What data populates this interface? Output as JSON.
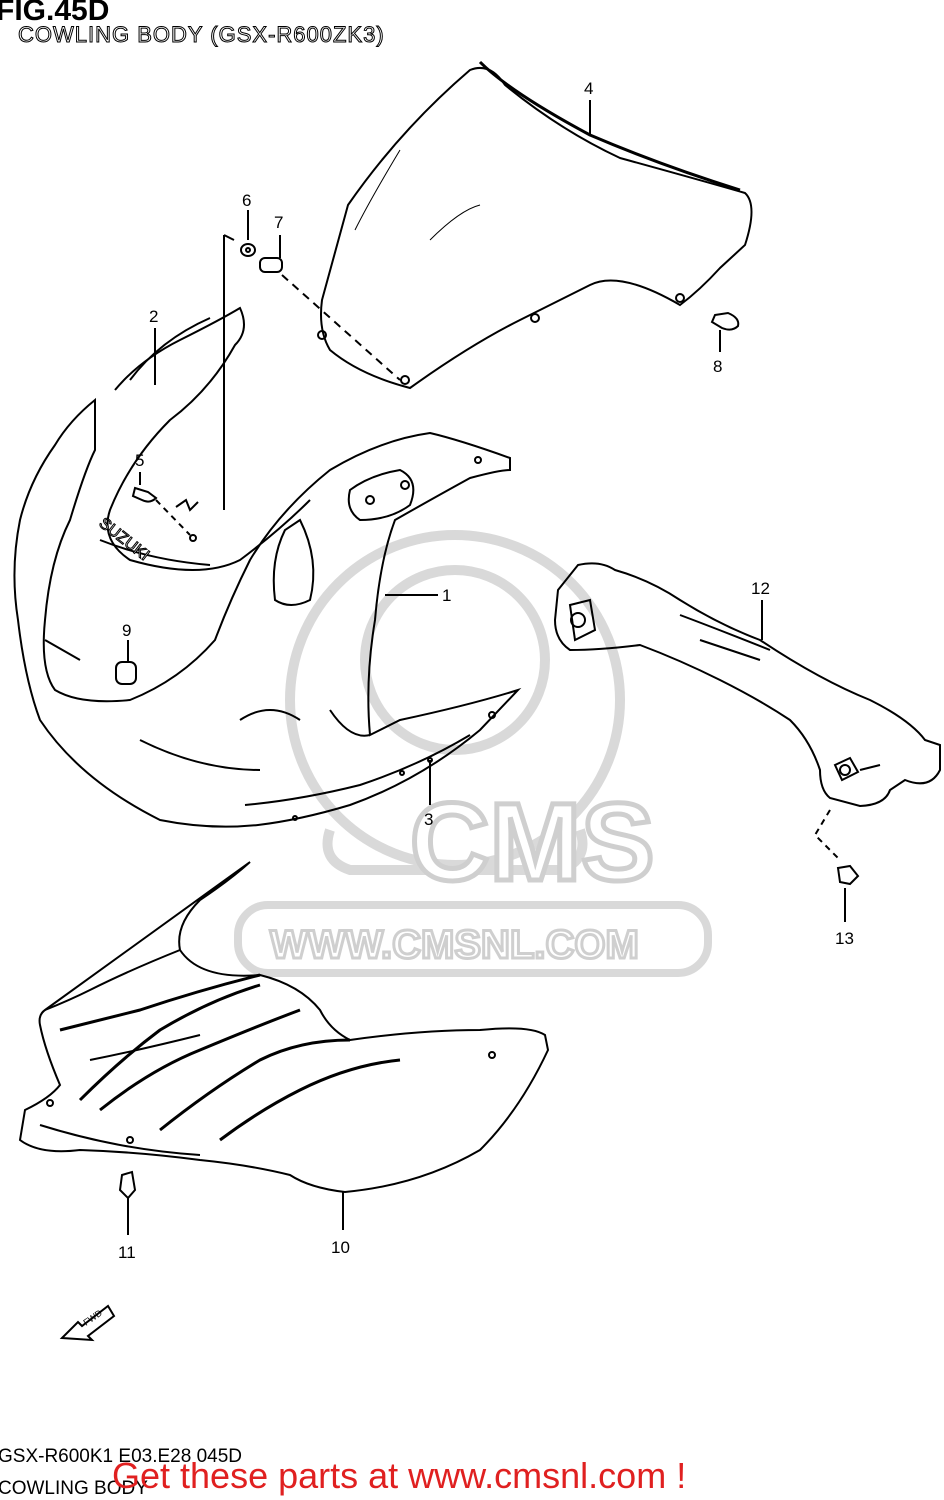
{
  "figure": {
    "title": "FIG.45D",
    "subtitle": "COWLING BODY (GSX-R600ZK3)"
  },
  "watermark": {
    "logo_text": "CMS",
    "url_text": "WWW.CMSNL.COM"
  },
  "parts": [
    {
      "number": "1"
    },
    {
      "number": "2"
    },
    {
      "number": "3"
    },
    {
      "number": "4"
    },
    {
      "number": "5"
    },
    {
      "number": "6"
    },
    {
      "number": "7"
    },
    {
      "number": "8"
    },
    {
      "number": "9"
    },
    {
      "number": "10"
    },
    {
      "number": "11"
    },
    {
      "number": "12"
    },
    {
      "number": "13"
    }
  ],
  "cowling_brand": "SUZUKI",
  "fwd_arrow_label": "FWD",
  "footer": {
    "code": "GSX-R600K1 E03.E28 045D",
    "name": "COWLING BODY"
  },
  "cta": "Get these parts at www.cmsnl.com !",
  "colors": {
    "cta": "#e02020",
    "line": "#000000",
    "watermark": "#d9d9d9"
  }
}
